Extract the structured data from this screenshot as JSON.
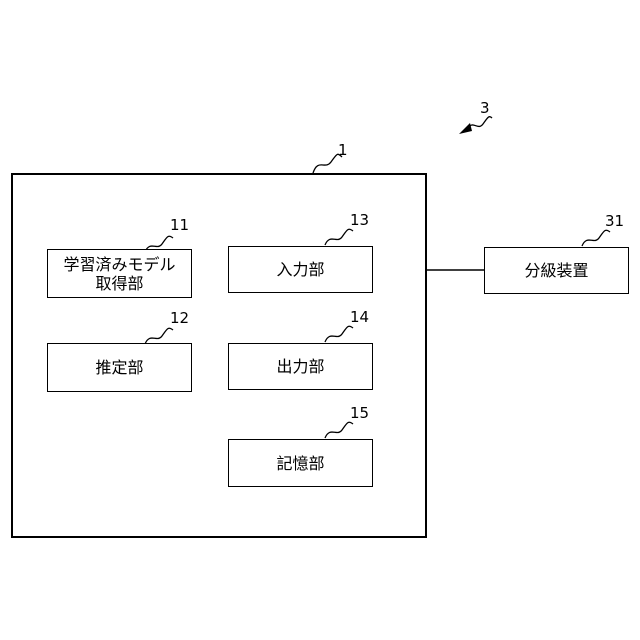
{
  "device": {
    "ref": "1"
  },
  "system": {
    "ref": "3"
  },
  "blocks": {
    "model_acquisition": {
      "line1": "学習済みモデル",
      "line2": "取得部",
      "ref": "11"
    },
    "estimation": {
      "label": "推定部",
      "ref": "12"
    },
    "input": {
      "label": "入力部",
      "ref": "13"
    },
    "output": {
      "label": "出力部",
      "ref": "14"
    },
    "storage": {
      "label": "記憶部",
      "ref": "15"
    },
    "grading_device": {
      "label": "分級装置",
      "ref": "31"
    }
  }
}
